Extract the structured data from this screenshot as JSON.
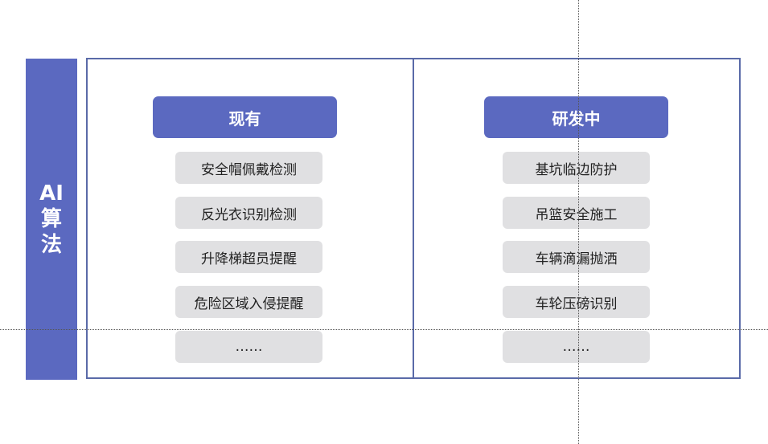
{
  "side": {
    "label": "AI算法"
  },
  "colors": {
    "accent": "#5b69c0",
    "border": "#5a6aa8",
    "item_bg": "#e0e0e2"
  },
  "columns": [
    {
      "title": "现有",
      "items": [
        "安全帽佩戴检测",
        "反光衣识别检测",
        "升降梯超员提醒",
        "危险区域入侵提醒",
        "……"
      ]
    },
    {
      "title": "研发中",
      "items": [
        "基坑临边防护",
        "吊篮安全施工",
        "车辆滴漏抛洒",
        "车轮压磅识别",
        "……"
      ]
    }
  ]
}
